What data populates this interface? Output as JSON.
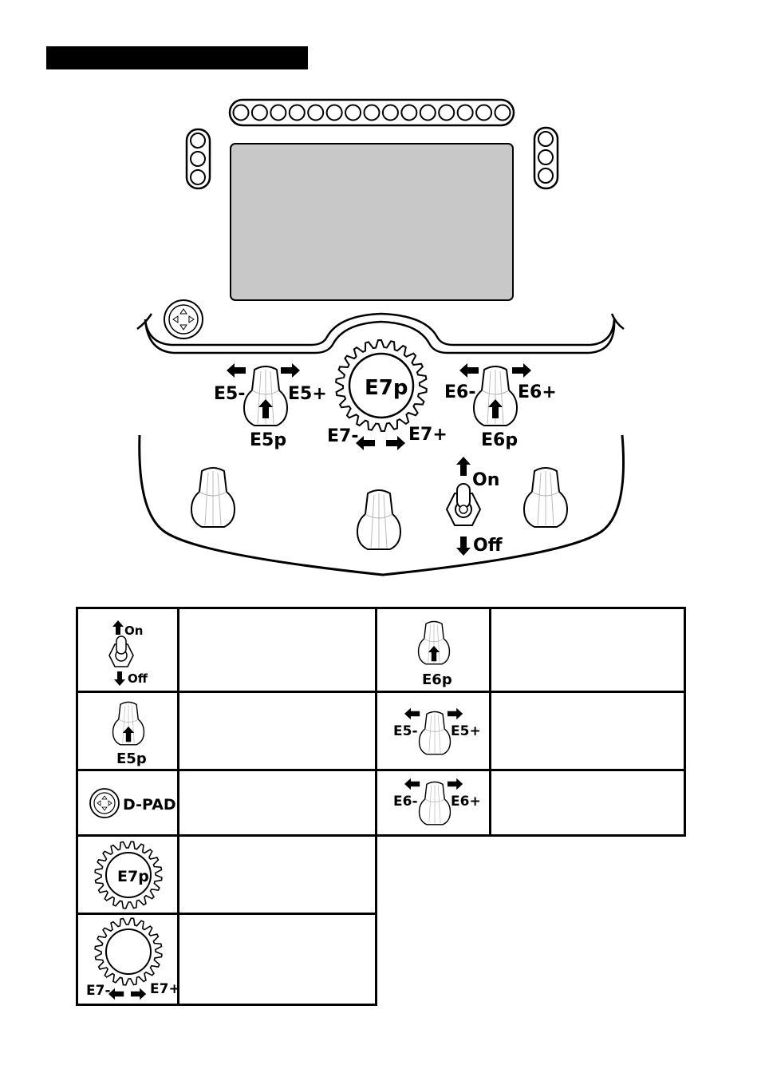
{
  "diagram": {
    "labels": {
      "e5_minus": "E5-",
      "e5_plus": "E5+",
      "e5p": "E5p",
      "e6_minus": "E6-",
      "e6_plus": "E6+",
      "e6p": "E6p",
      "e7p": "E7p",
      "e7_minus": "E7-",
      "e7_plus": "E7+",
      "on": "On",
      "off": "Off"
    },
    "top_led_count": 15,
    "side_led_count": 3
  },
  "legend": {
    "toggle_on": "On",
    "toggle_off": "Off",
    "e6p": "E6p",
    "e5p": "E5p",
    "e5_minus": "E5-",
    "e5_plus": "E5+",
    "dpad": "D-PAD",
    "e6_minus": "E6-",
    "e6_plus": "E6+",
    "e7p": "E7p",
    "e7_minus": "E7-",
    "e7_plus": "E7+",
    "descriptions": {
      "toggle": "",
      "e6p": "",
      "e5p": "",
      "e5_lever": "",
      "dpad": "",
      "e6_lever": "",
      "e7p": "",
      "e7_rotary": ""
    }
  }
}
